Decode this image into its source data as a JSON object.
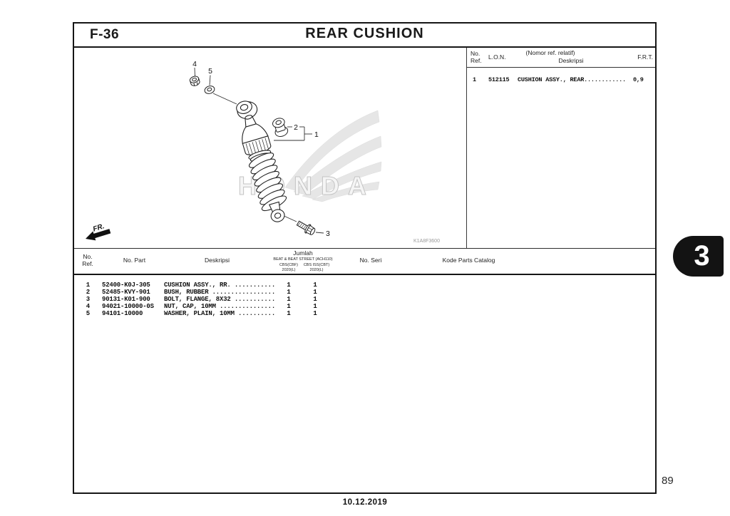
{
  "page": {
    "code": "F-36",
    "title": "REAR CUSHION",
    "page_number": "89",
    "footer_date": "10.12.2019",
    "section_tab": "3"
  },
  "diagram": {
    "code": "K1A8F3600",
    "fr_label": "FR.",
    "watermark": "HONDA",
    "callouts": {
      "c1": "1",
      "c2": "2",
      "c3": "3",
      "c4": "4",
      "c5": "5"
    }
  },
  "ref_table": {
    "header": {
      "no_line1": "No.",
      "no_line2": "Ref.",
      "lon": "L.O.N.",
      "relatif": "(Nomor ref. relatif)",
      "deskripsi": "Deskripsi",
      "frt": "F.R.T."
    },
    "row": {
      "no": "1",
      "lon": "512115",
      "deskripsi": "CUSHION ASSY., REAR............",
      "frt": "0,9"
    }
  },
  "parts_table": {
    "header": {
      "no_line1": "No.",
      "no_line2": "Ref.",
      "part": "No. Part",
      "deskripsi": "Deskripsi",
      "jumlah": "Jumlah",
      "model": "BEAT & BEAT STREET (ACH110)",
      "variant_left": "CBS(CBF)",
      "variant_right": "CBS ISS(CBT)",
      "year_left": "2020(L)",
      "year_right": "2020(L)",
      "seri": "No. Seri",
      "kode": "Kode Parts Catalog"
    },
    "rows": [
      {
        "no": "1",
        "part": "52400-K0J-305",
        "desc": "CUSHION ASSY., RR. ...........",
        "q1": "1",
        "q2": "1"
      },
      {
        "no": "2",
        "part": "52485-KVY-901",
        "desc": "BUSH, RUBBER .................",
        "q1": "1",
        "q2": "1"
      },
      {
        "no": "3",
        "part": "90131-K01-900",
        "desc": "BOLT, FLANGE, 8X32 ...........",
        "q1": "1",
        "q2": "1"
      },
      {
        "no": "4",
        "part": "94021-10000-0S",
        "desc": "NUT, CAP, 10MM ...............",
        "q1": "1",
        "q2": "1"
      },
      {
        "no": "5",
        "part": "94101-10000",
        "desc": "WASHER, PLAIN, 10MM ..........",
        "q1": "1",
        "q2": "1"
      }
    ]
  }
}
